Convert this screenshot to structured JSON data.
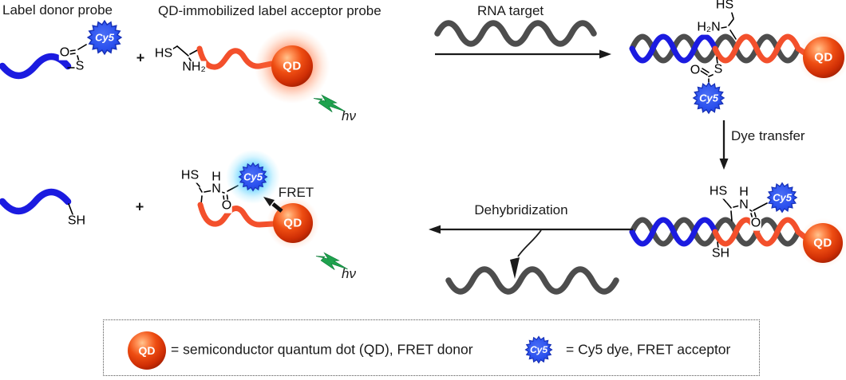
{
  "headings": {
    "donor": "Label donor probe",
    "acceptor": "QD-immobilized label acceptor probe",
    "rna": "RNA target"
  },
  "process": {
    "dye_transfer": "Dye transfer",
    "dehybridization": "Dehybridization",
    "fret": "FRET",
    "photon": "hν",
    "plus": "+"
  },
  "chem": {
    "HS": "HS",
    "SH": "SH",
    "S": "S",
    "O": "O",
    "N": "N",
    "H": "H",
    "NH2": "NH₂",
    "H2N": "H₂N"
  },
  "markers": {
    "qd": "QD",
    "cy5": "Cy5"
  },
  "legend": {
    "qd_def": "= semiconductor quantum dot (QD), FRET donor",
    "cy5_def": "= Cy5 dye, FRET acceptor"
  },
  "colors": {
    "donor_strand": "#1b1be0",
    "acceptor_strand": "#f3502c",
    "rna_strand": "#4d4d4d",
    "qd_core": "#d93808",
    "cy5_blue": "#2a4ae0",
    "photon_green": "#1fa24e",
    "fret_glow": "#46d4ff",
    "ink": "#1a1a1a"
  }
}
